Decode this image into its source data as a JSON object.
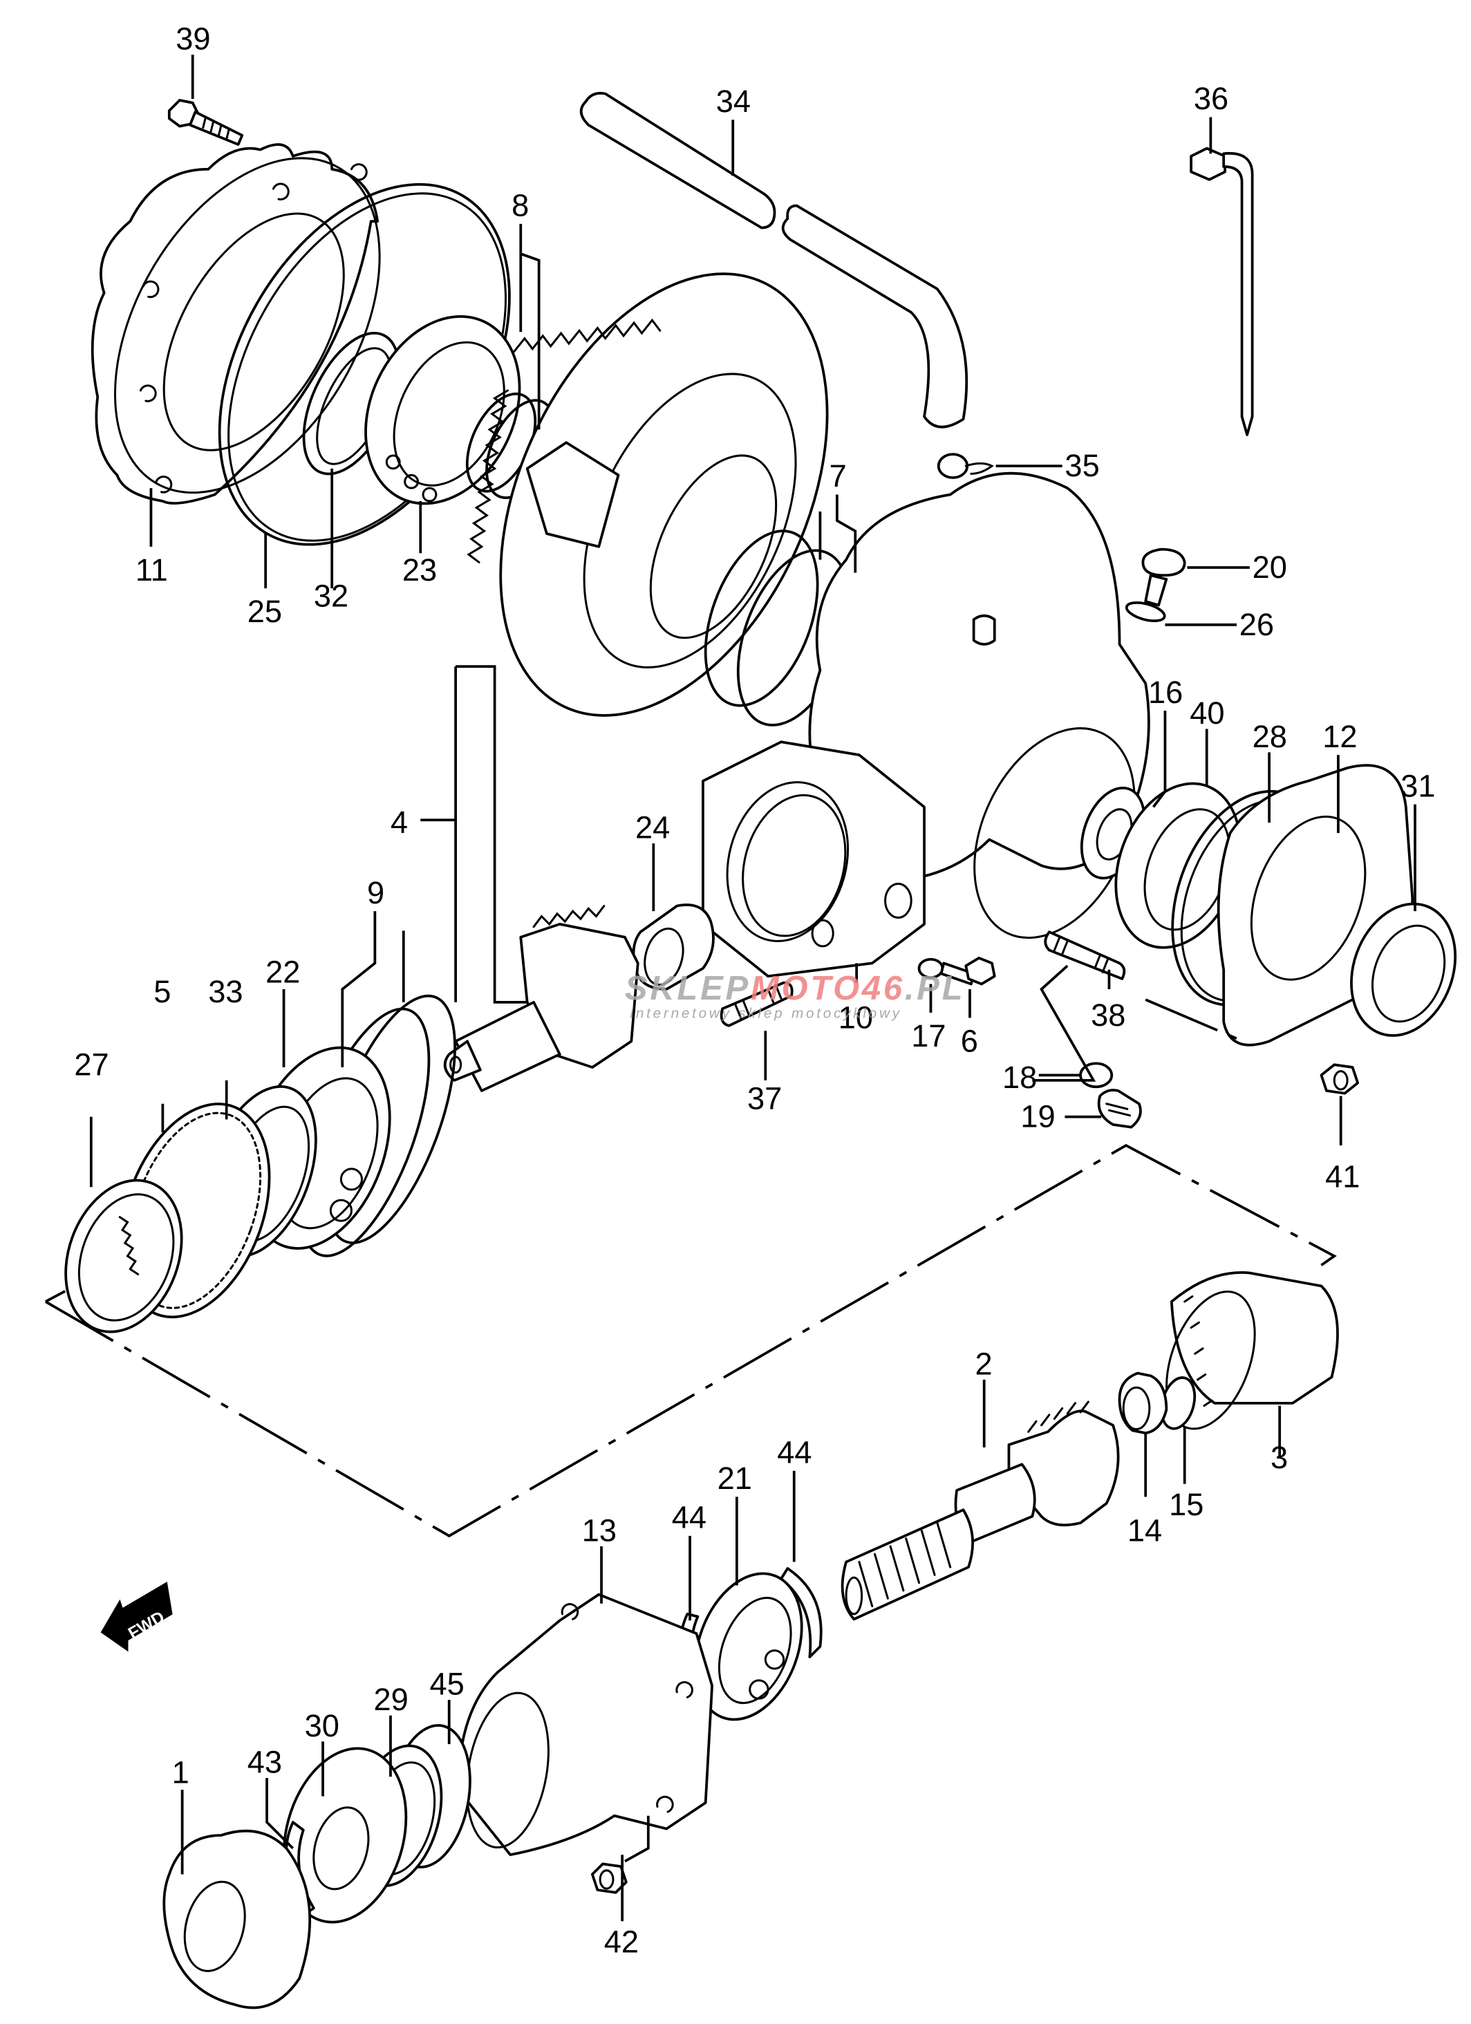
{
  "diagram": {
    "title": "Transfer / final drive gear assembly (exploded parts diagram)",
    "direction_indicator": {
      "label": "FWD",
      "icon": "forward-arrow-icon"
    },
    "watermark": {
      "part1": "SKLEP",
      "part2": "MOTO",
      "part3": "46",
      "part4": ".PL",
      "tagline": "internetowy sklep motocyklowy",
      "colors": {
        "grey": "#a8a8a8",
        "red": "#f08080"
      }
    },
    "callouts": {
      "c1": "1",
      "c2": "2",
      "c3": "3",
      "c4": "4",
      "c5": "5",
      "c6": "6",
      "c7": "7",
      "c8": "8",
      "c9": "9",
      "c10": "10",
      "c11": "11",
      "c12": "12",
      "c13": "13",
      "c14": "14",
      "c15": "15",
      "c16": "16",
      "c17": "17",
      "c18": "18",
      "c19": "19",
      "c20": "20",
      "c21": "21",
      "c22": "22",
      "c23": "23",
      "c24": "24",
      "c25": "25",
      "c26": "26",
      "c27": "27",
      "c28": "28",
      "c29": "29",
      "c30": "30",
      "c31": "31",
      "c32": "32",
      "c33": "33",
      "c34": "34",
      "c35": "35",
      "c36": "36",
      "c37": "37",
      "c38": "38",
      "c39": "39",
      "c40": "40",
      "c41": "41",
      "c42": "42",
      "c43": "43",
      "c44a": "44",
      "c44b": "44",
      "c45": "45"
    }
  }
}
